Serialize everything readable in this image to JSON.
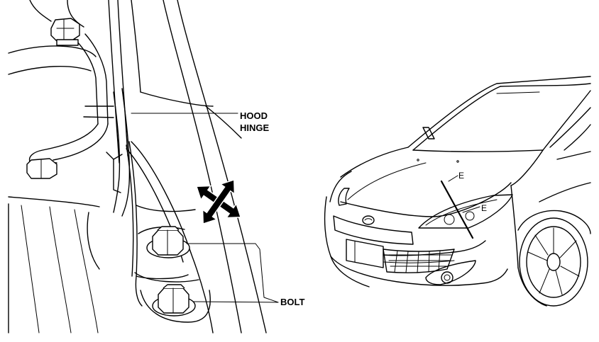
{
  "callouts": {
    "hood_hinge_line1": "HOOD",
    "hood_hinge_line2": "HINGE",
    "bolt": "BOLT",
    "section_mark_1": "E",
    "section_mark_2": "E"
  },
  "icons": {
    "adjustment_arrows": "four-way-move-arrows-icon"
  },
  "colors": {
    "line": "#000000",
    "background": "#ffffff"
  }
}
